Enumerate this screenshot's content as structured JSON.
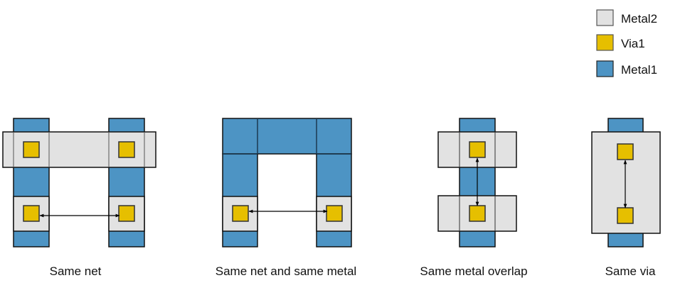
{
  "colors": {
    "metal2": "#e2e2e2",
    "via1": "#e6bf00",
    "metal1": "#4d94c4",
    "stroke": "#111111",
    "arrow": "#000000"
  },
  "legend": {
    "items": [
      {
        "key": "metal2",
        "label": "Metal2"
      },
      {
        "key": "via1",
        "label": "Via1"
      },
      {
        "key": "metal1",
        "label": "Metal1"
      }
    ]
  },
  "panels": [
    {
      "id": "same-net",
      "caption": "Same net",
      "arrow": "horizontal"
    },
    {
      "id": "same-net-and-same-metal",
      "caption": "Same net and same metal",
      "arrow": "horizontal"
    },
    {
      "id": "same-metal-overlap",
      "caption": "Same metal overlap",
      "arrow": "vertical"
    },
    {
      "id": "same-via",
      "caption": "Same via",
      "arrow": "vertical"
    }
  ]
}
